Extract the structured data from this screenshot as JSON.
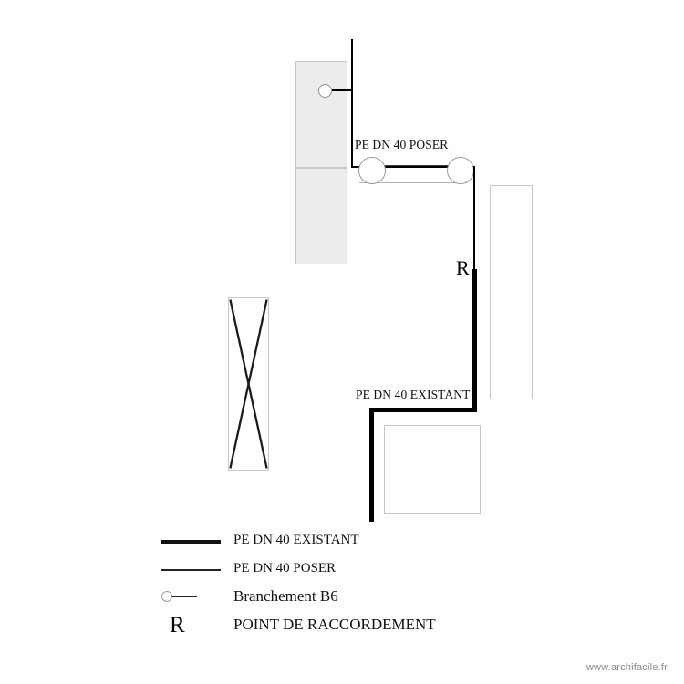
{
  "document": {
    "type": "floor-plan-gas-network",
    "watermark": "www.archifacile.fr"
  },
  "plan": {
    "labels": {
      "pipe_to_lay": "PE DN 40 POSER",
      "pipe_existing": "PE DN 40 EXISTANT",
      "connection_marker": "R"
    },
    "rooms": [
      {
        "name": "upper-left-filled-block",
        "fill": "#ececec"
      },
      {
        "name": "lower-left-filled-block",
        "fill": "#ececec"
      },
      {
        "name": "crossed-opening-block",
        "fill": "#ffffff"
      },
      {
        "name": "right-tall-block",
        "fill": "#ffffff"
      },
      {
        "name": "bottom-square-block",
        "fill": "#ffffff"
      }
    ],
    "colors": {
      "pipe_existing": "#000000",
      "pipe_to_lay": "#3a3a3a",
      "wall_outline": "#c9c9c9",
      "wall_fill": "#ececec",
      "node_outline": "#9a9a9a"
    }
  },
  "legend": {
    "rows": [
      {
        "symbol": "thick-line",
        "label": "PE DN 40 EXISTANT"
      },
      {
        "symbol": "thin-line",
        "label": "PE DN 40 POSER"
      },
      {
        "symbol": "circle-line",
        "label": "Branchement B6"
      },
      {
        "symbol": "letter-r",
        "label": "POINT DE RACCORDEMENT"
      }
    ]
  }
}
